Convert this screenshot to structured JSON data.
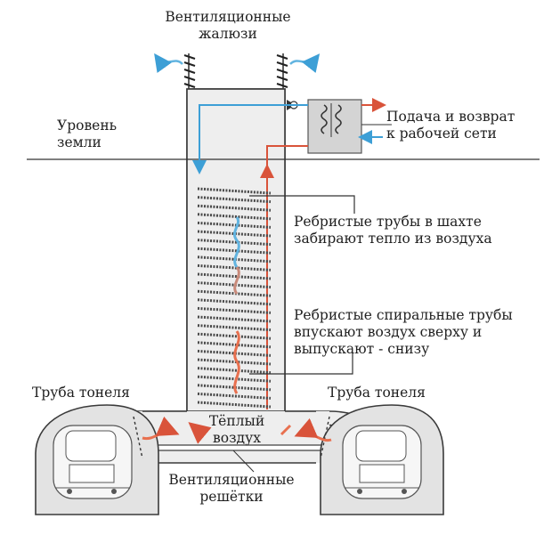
{
  "labels": {
    "vent_louvers": [
      "Вентиляционные",
      "жалюзи"
    ],
    "ground_level": [
      "Уровень",
      "земли"
    ],
    "supply_return": [
      "Подача и возврат",
      "к рабочей сети"
    ],
    "finned_tubes": [
      "Ребристые трубы в шахте",
      "забирают тепло из воздуха"
    ],
    "spiral_tubes": [
      "Ребристые спиральные трубы",
      "впускают воздух сверху и",
      "выпускают ‑ снизу"
    ],
    "tunnel_left": "Труба тонеля",
    "tunnel_right": "Труба тонеля",
    "warm_air": [
      "Тёплый",
      "воздух"
    ],
    "vent_grilles": [
      "Вентиляционные",
      "решётки"
    ]
  },
  "colors": {
    "outline": "#3a3a3a",
    "structure_fill": "#eeeeee",
    "cold_pipe": "#3d9fd6",
    "hot_pipe": "#d9533a",
    "warm_air": "#e8704f",
    "cool_air": "#62b4e0",
    "heat_exchanger": "#c9c9c9"
  },
  "icons": [
    "louver-icon",
    "heat-exchanger-icon",
    "valve-icon",
    "train-icon",
    "air-arrow-icon"
  ]
}
